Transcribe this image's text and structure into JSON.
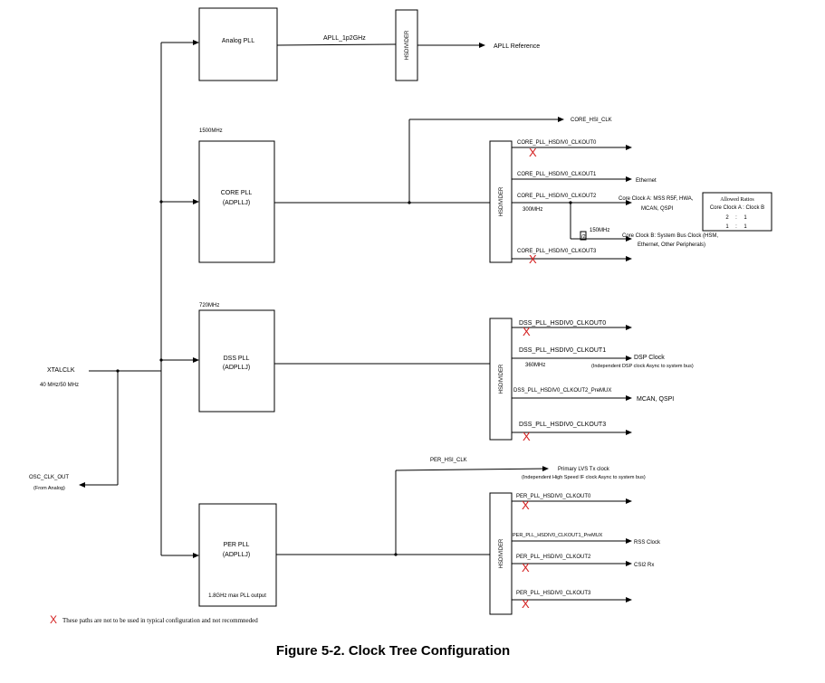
{
  "figure_title": "Figure 5-2. Clock Tree Configuration",
  "legend": {
    "mark": "X",
    "text": "These paths are not to be used in typical configuration and not recommneded"
  },
  "inputs": {
    "xtal_label": "XTALCLK",
    "xtal_freq": "40 MHz/50 MHz",
    "osc_out_label": "OSC_CLK_OUT",
    "osc_out_sub": "(From Analog)"
  },
  "hsdivider_label": "HSDIVIDER",
  "analog_pll": {
    "name": "Analog PLL",
    "line_label": "APLL_1p2GHz",
    "output": "APLL Reference"
  },
  "core_pll": {
    "freq": "1500MHz",
    "name": "CORE PLL",
    "sub": "(ADPLLJ)",
    "hsi_clk": "CORE_HSI_CLK",
    "outputs": [
      {
        "label": "CORE_PLL_HSDIV0_CLKOUT0",
        "dest": ""
      },
      {
        "label": "CORE_PLL_HSDIV0_CLKOUT1",
        "dest": "Ethernet"
      },
      {
        "label": "CORE_PLL_HSDIV0_CLKOUT2",
        "dest": "Core Clock A: MSS R5F, HWA,",
        "dest2": "MCAN, QSPI"
      },
      {
        "label": "CORE_PLL_HSDIV0_CLKOUT3",
        "dest": ""
      }
    ],
    "out2_freq": "300MHz",
    "div_label": "/2",
    "clk_b_freq": "150MHz",
    "clk_b_line1": "Core Clock B: System Bus Clock (HSM,",
    "clk_b_line2": "Ethernet, Other Peripherals)",
    "ratio_table": {
      "title": "Allowed Ratios",
      "header": "Core Clock A : Clock B",
      "rows": [
        {
          "a": "2",
          "sep": ":",
          "b": "1"
        },
        {
          "a": "1",
          "sep": ":",
          "b": "1"
        }
      ]
    }
  },
  "dss_pll": {
    "freq": "720MHz",
    "name": "DSS PLL",
    "sub": "(ADPLLJ)",
    "outputs": [
      {
        "label": "DSS_PLL_HSDIV0_CLKOUT0",
        "dest": ""
      },
      {
        "label": "DSS_PLL_HSDIV0_CLKOUT1",
        "dest": "DSP Clock",
        "dest2": "(Independent DSP clock Async to system bus)"
      },
      {
        "label": "DSS_PLL_HSDIV0_CLKOUT2_PreMUX",
        "dest": "MCAN, QSPI"
      },
      {
        "label": "DSS_PLL_HSDIV0_CLKOUT3",
        "dest": ""
      }
    ],
    "out1_freq": "360MHz"
  },
  "per_pll": {
    "name": "PER PLL",
    "sub": "(ADPLLJ)",
    "note": "1.8GHz max PLL output",
    "hsi_clk": "PER_HSI_CLK",
    "hsi_dest": "Primary LVS Tx clock",
    "hsi_dest2": "(Independent High Speed IF clock Async to system bus)",
    "outputs": [
      {
        "label": "PER_PLL_HSDIV0_CLKOUT0",
        "dest": ""
      },
      {
        "label": "PER_PLL_HSDIV0_CLKOUT1_PreMUX",
        "dest": "RSS Clock"
      },
      {
        "label": "PER_PLL_HSDIV0_CLKOUT2",
        "dest": "CSI2 Rx"
      },
      {
        "label": "PER_PLL_HSDIV0_CLKOUT3",
        "dest": ""
      }
    ]
  }
}
